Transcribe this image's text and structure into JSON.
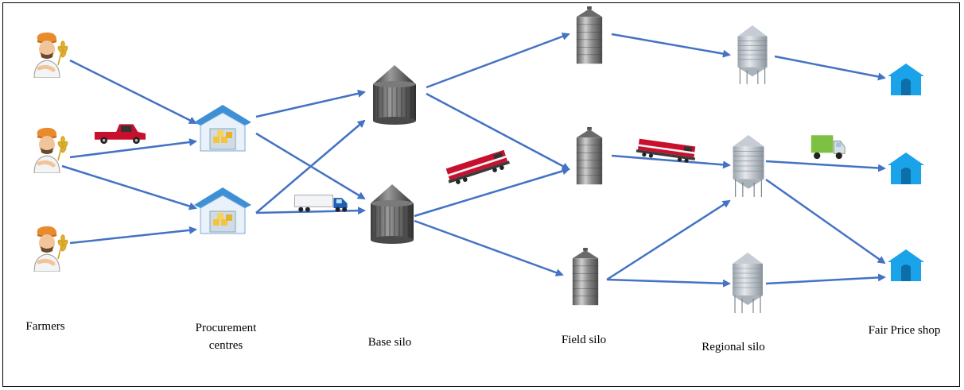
{
  "labels": {
    "farmers": "Farmers",
    "procurement_line1": "Procurement",
    "procurement_line2": "centres",
    "base_silo": "Base silo",
    "field_silo": "Field silo",
    "regional_silo": "Regional silo",
    "fair_price_shop": "Fair Price shop"
  },
  "icons": {
    "farmer": "farmer-icon",
    "procurement": "warehouse-icon",
    "base_silo": "round-silo-icon",
    "field_silo": "tall-silo-icon",
    "regional_silo": "cone-silo-icon",
    "shop": "shop-icon",
    "pickup": "pickup-truck-icon",
    "semi": "semi-truck-icon",
    "train": "locomotive-icon",
    "lorry": "lorry-icon"
  },
  "colors": {
    "arrow": "#4472c4",
    "shop": "#1aa3e8",
    "warehouse_roof": "#3d8fd6",
    "train_red": "#c8102e",
    "lorry_green": "#7cc142"
  }
}
